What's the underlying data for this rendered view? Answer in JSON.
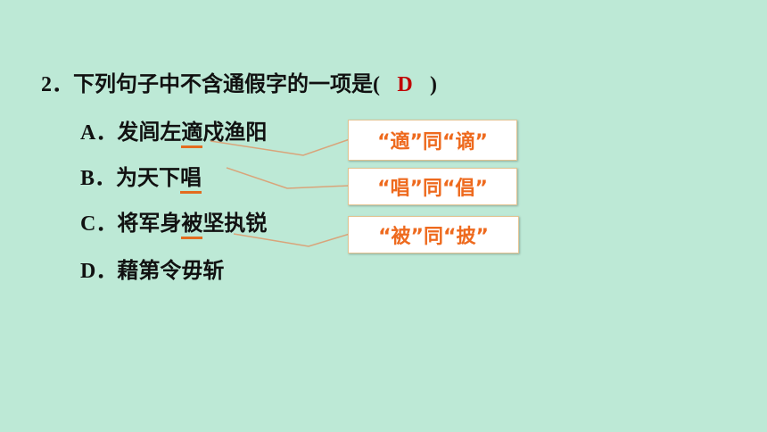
{
  "question": {
    "number": "2．",
    "stem": "下列句子中不含通假字的一项是",
    "paren_open": "(",
    "answer": "D",
    "paren_close": ")"
  },
  "options": [
    {
      "letter": "A．",
      "pre": "发闾左",
      "underlined": "適",
      "post": "戍渔阳"
    },
    {
      "letter": "B．",
      "pre": "为天下",
      "underlined": "唱",
      "post": ""
    },
    {
      "letter": "C．",
      "pre": "将军身",
      "underlined": "被",
      "post": "坚执锐"
    },
    {
      "letter": "D．",
      "text": "藉第令毋斩"
    }
  ],
  "notes": [
    "“適”同“谪”",
    "“唱”同“倡”",
    "“被”同“披”"
  ],
  "colors": {
    "background": "#bde9d6",
    "answer": "#c00000",
    "annotation": "#ee6a1e",
    "underline": "#e36c1f"
  }
}
